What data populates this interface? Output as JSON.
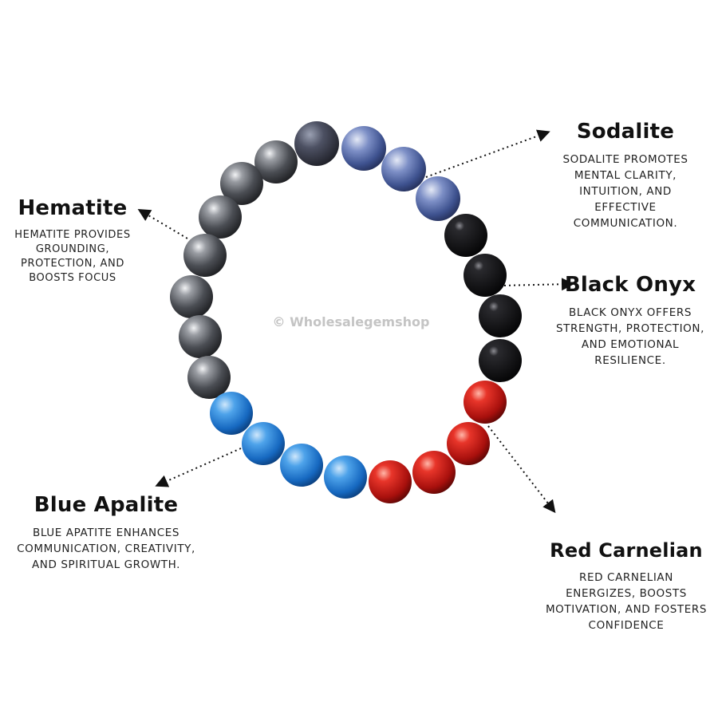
{
  "watermark": "© Wholesalegemshop",
  "stones": {
    "sodalite": {
      "name": "Sodalite",
      "description": "SODALITE PROMOTES MENTAL CLARITY, INTUITION, AND EFFECTIVE COMMUNICATION."
    },
    "hematite": {
      "name": "Hematite",
      "description": "HEMATITE PROVIDES GROUNDING, PROTECTION, AND BOOSTS FOCUS"
    },
    "black_onyx": {
      "name": "Black Onyx",
      "description": "BLACK ONYX OFFERS STRENGTH, PROTECTION, AND EMOTIONAL RESILIENCE."
    },
    "blue_apatite": {
      "name": "Blue Apalite",
      "description": "BLUE APATITE ENHANCES COMMUNICATION, CREATIVITY, AND SPIRITUAL GROWTH."
    },
    "red_carnelian": {
      "name": "Red Carnelian",
      "description": "RED CARNELIAN ENERGIZES, BOOSTS MOTIVATION, AND FOSTERS CONFIDENCE"
    }
  },
  "colors": {
    "hematite": "#5a5d63",
    "sodalite": "#4a5f9e",
    "sodalite_dark": "#3a3d4a",
    "black_onyx": "#111114",
    "blue_apatite": "#1f7fd6",
    "red_carnelian": "#c0161a",
    "red_carnelian_dark": "#a8140f"
  }
}
